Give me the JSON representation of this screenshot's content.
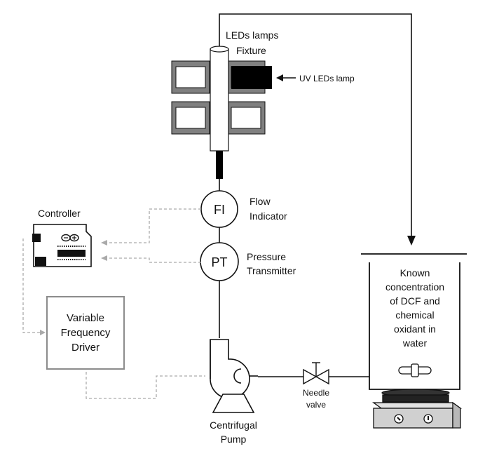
{
  "labels": {
    "fixture_line1": "LEDs lamps",
    "fixture_line2": "Fixture",
    "uv_lamp": "UV LEDs lamp",
    "fi_symbol": "FI",
    "flow_line1": "Flow",
    "flow_line2": "Indicator",
    "pt_symbol": "PT",
    "pressure_line1": "Pressure",
    "pressure_line2": "Transmitter",
    "controller": "Controller",
    "vfd_line1": "Variable",
    "vfd_line2": "Frequency",
    "vfd_line3": "Driver",
    "tank_line1": "Known",
    "tank_line2": "concentration",
    "tank_line3": "of DCF and",
    "tank_line4": "chemical",
    "tank_line5": "oxidant in",
    "tank_line6": "water",
    "needle_line1": "Needle",
    "needle_line2": "valve",
    "pump_line1": "Centrifugal",
    "pump_line2": "Pump"
  },
  "colors": {
    "line": "#111111",
    "fixture_gray": "#808080",
    "signal_dashed": "#aaaaaa",
    "vfd_border": "#8c8c8c",
    "stirrer_base": "#d0d0d0",
    "lamp_black": "#000000"
  }
}
